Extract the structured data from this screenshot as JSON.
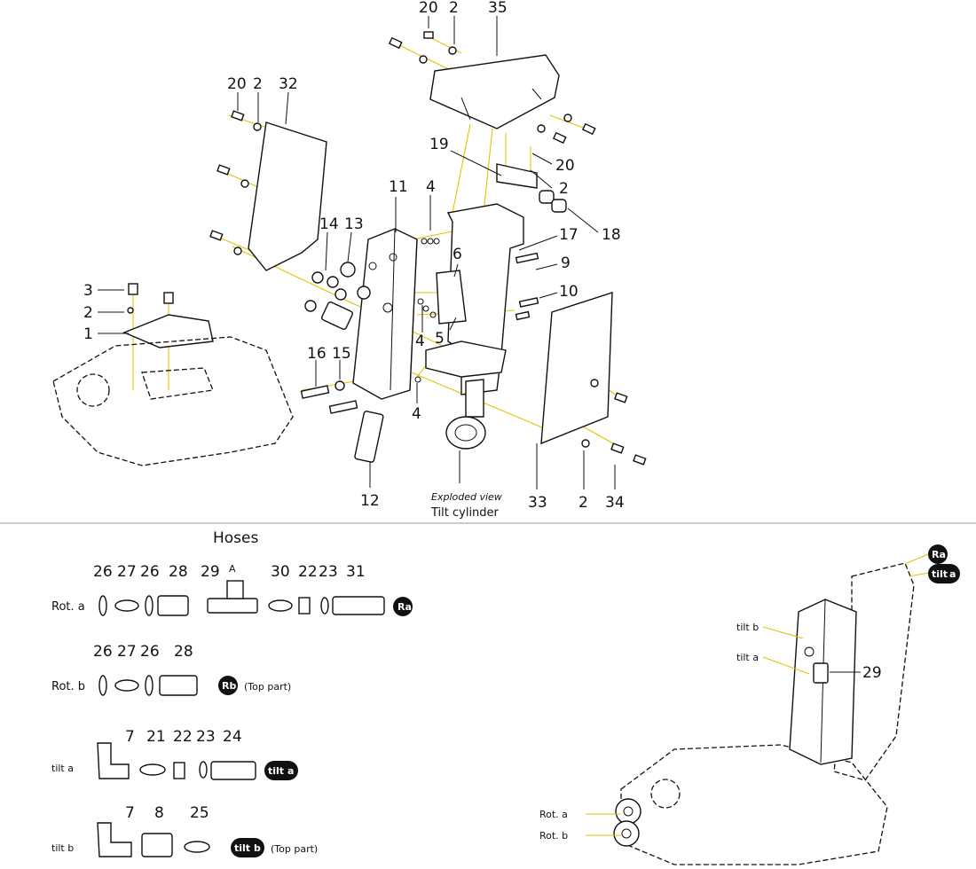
{
  "upper": {
    "callouts": [
      "20",
      "2",
      "35",
      "20",
      "2",
      "32",
      "19",
      "20",
      "2",
      "18",
      "17",
      "9",
      "10",
      "11",
      "4",
      "14",
      "13",
      "6",
      "5",
      "4",
      "3",
      "2",
      "1",
      "16",
      "15",
      "4",
      "12",
      "33",
      "2",
      "34"
    ],
    "caption_line1": "Exploded view",
    "caption_line2": "Tilt cylinder"
  },
  "hoses": {
    "title": "Hoses",
    "rows": [
      {
        "label": "Rot. a",
        "callouts": [
          "26",
          "27",
          "26",
          "28",
          "29",
          "30",
          "22",
          "23",
          "31"
        ],
        "extra": "A",
        "badge": "Ra",
        "note": ""
      },
      {
        "label": "Rot. b",
        "callouts": [
          "26",
          "27",
          "26",
          "28"
        ],
        "badge": "Rb",
        "note": "(Top part)"
      },
      {
        "label": "tilt a",
        "callouts": [
          "7",
          "21",
          "22",
          "23",
          "24"
        ],
        "badge_pre": "tilt",
        "badge": "a",
        "note": ""
      },
      {
        "label": "tilt b",
        "callouts": [
          "7",
          "8",
          "25"
        ],
        "badge_pre": "tilt",
        "badge": "b",
        "note": "(Top part)"
      }
    ]
  },
  "overview": {
    "labels": [
      "tilt b",
      "tilt a",
      "Rot. a",
      "Rot. b"
    ],
    "callout_29": "29",
    "badge_ra": "Ra",
    "badge_tilt": "tilt",
    "badge_a": "a"
  }
}
